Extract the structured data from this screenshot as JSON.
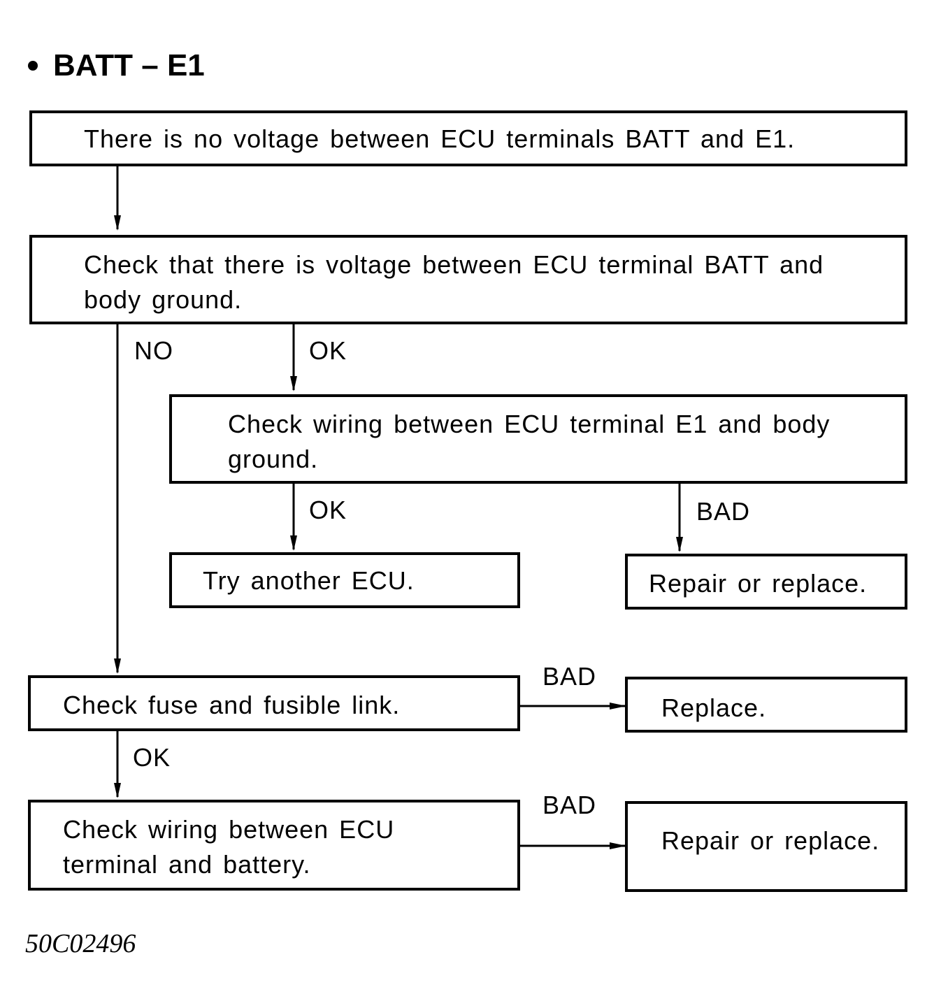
{
  "heading": "BATT – E1",
  "boxes": {
    "no_voltage": "There is no voltage between ECU terminals BATT and E1.",
    "check_batt_line1": "Check that there is voltage between ECU terminal BATT and",
    "check_batt_line2": "body ground.",
    "check_e1_line1": "Check wiring between ECU terminal E1 and body",
    "check_e1_line2": "ground.",
    "try_ecu": "Try another ECU.",
    "repair_1": "Repair or replace.",
    "check_fuse": "Check fuse and fusible link.",
    "replace": "Replace.",
    "check_wiring_line1": "Check wiring between ECU",
    "check_wiring_line2": "terminal and battery.",
    "repair_2": "Repair or replace."
  },
  "labels": {
    "no": "NO",
    "ok_1": "OK",
    "ok_2": "OK",
    "bad_1": "BAD",
    "bad_2": "BAD",
    "ok_3": "OK",
    "bad_3": "BAD"
  },
  "figure_code": "50C02496"
}
